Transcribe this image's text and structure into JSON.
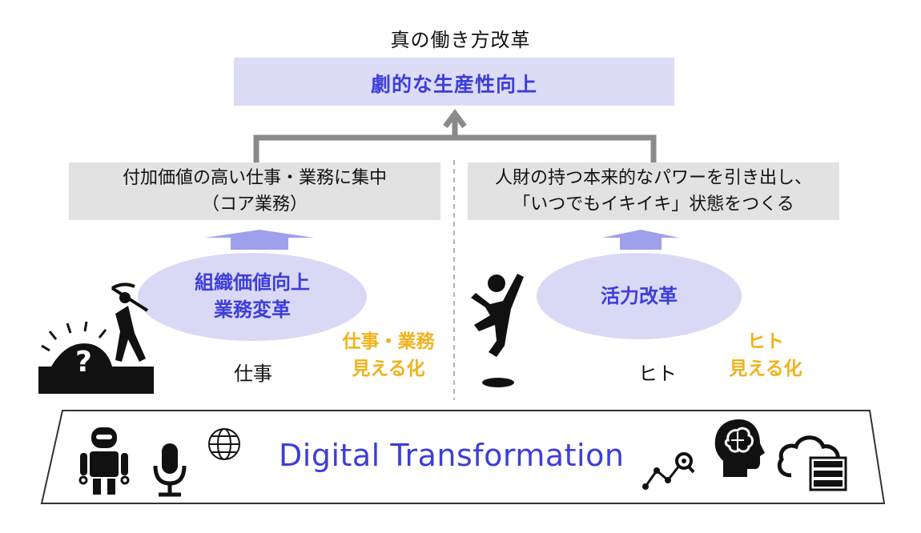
{
  "header": {
    "title": "真の働き方改革"
  },
  "goal": {
    "label": "劇的な生産性向上"
  },
  "left": {
    "box_line1": "付加価値の高い仕事・業務に集中",
    "box_line2": "（コア業務）",
    "ellipse_line1": "組織価値向上",
    "ellipse_line2": "業務変革",
    "label": "仕事",
    "visible_line1": "仕事・業務",
    "visible_line2": "見える化"
  },
  "right": {
    "box_line1": "人財の持つ本来的なパワーを引き出し、",
    "box_line2": "「いつでもイキイキ」状態をつくる",
    "ellipse_line1": "活力改革",
    "label": "ヒト",
    "visible_line1": "ヒト",
    "visible_line2": "見える化"
  },
  "dx": {
    "label": "Digital Transformation"
  },
  "colors": {
    "accent": "#3d3ed8",
    "goal_fill": "#dcdcf7",
    "ellipse_fill": "#d9d9f6",
    "box_fill": "#e2e2e2",
    "highlight": "#f0b21c",
    "connector": "#8a8a8a"
  },
  "icons": [
    "question-mining-person-icon",
    "jumping-person-icon",
    "robot-icon",
    "microphone-icon",
    "globe-icon",
    "analytics-search-icon",
    "brain-head-icon",
    "cloud-server-icon"
  ]
}
